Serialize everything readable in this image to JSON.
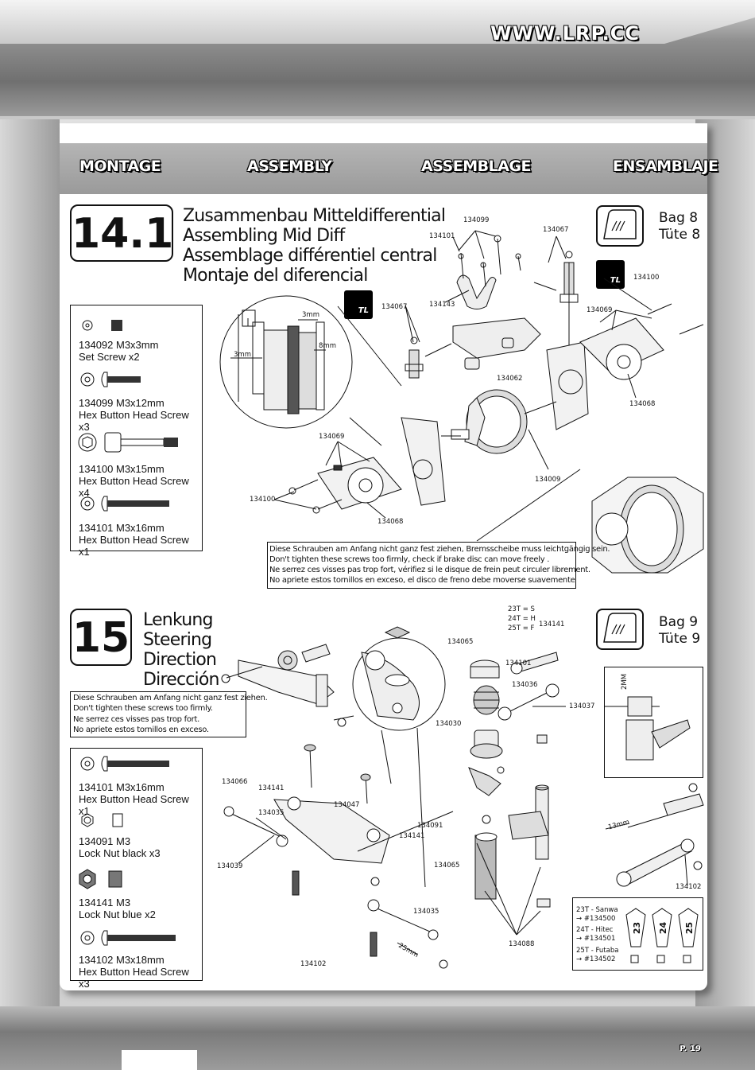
{
  "header": {
    "url": "WWW.LRP.CC",
    "page_number": "P. 19"
  },
  "titles": {
    "montage": "MONTAGE",
    "assembly": "ASSEMBLY",
    "assemblage": "ASSEMBLAGE",
    "ensamblaje": "ENSAMBLAJE"
  },
  "step14": {
    "number": "14.1",
    "title_de": "Zusammenbau Mitteldifferential",
    "title_en": "Assembling Mid Diff",
    "title_fr": "Assemblage différentiel central",
    "title_es": "Montaje del diferencial",
    "bag_de": "Bag 8",
    "bag_en": "Tüte 8",
    "tl_label": "TL",
    "parts": [
      {
        "code": "134092 M3x3mm",
        "desc": "Set Screw x2"
      },
      {
        "code": "134099 M3x12mm",
        "desc": "Hex Button Head Screw x3"
      },
      {
        "code": "134100 M3x15mm",
        "desc": "Hex Button Head Screw x4"
      },
      {
        "code": "134101 M3x16mm",
        "desc": "Hex Button Head Screw x1"
      }
    ],
    "note": [
      "Diese Schrauben am Anfang nicht ganz fest ziehen, Bremsscheibe muss leichtgängig sein.",
      "Don't tighten these screws too firmly, check if brake disc can move freely .",
      "Ne serrez ces visses pas trop fort, vérifiez si le disque de frein peut circuler librement.",
      "No apriete estos tornillos en exceso, el disco de freno debe moverse suavemente"
    ],
    "labels": {
      "l134099": "134099",
      "l134101": "134101",
      "l134067a": "134067",
      "l134067b": "134067",
      "l134143": "134143",
      "l134100a": "134100",
      "l134069a": "134069",
      "l134062": "134062",
      "l134068a": "134068",
      "l134069b": "134069",
      "l134009": "134009",
      "l134100b": "134100",
      "l134068b": "134068",
      "d3mm_a": "3mm",
      "d3mm_b": "3mm",
      "d8mm": "8mm"
    }
  },
  "step15": {
    "number": "15",
    "title_de": "Lenkung",
    "title_en": "Steering",
    "title_fr": "Direction",
    "title_es": "Dirección",
    "bag_de": "Bag 9",
    "bag_en": "Tüte 9",
    "note": [
      "Diese Schrauben am Anfang nicht ganz fest ziehen.",
      "Don't tighten these screws too firmly.",
      "Ne serrez ces visses pas trop fort.",
      "No apriete estos tornillos en exceso."
    ],
    "parts": [
      {
        "code": "134101 M3x16mm",
        "desc": "Hex Button Head Screw x1"
      },
      {
        "code": "134091 M3",
        "desc": "Lock Nut black x3"
      },
      {
        "code": "134141 M3",
        "desc": "Lock Nut blue x2"
      },
      {
        "code": "134102 M3x18mm",
        "desc": "Hex Button Head Screw x3"
      }
    ],
    "servo_table": {
      "t23": "23T = S",
      "t24": "24T = H",
      "t25": "25T = F",
      "sanwa": "23T - Sanwa",
      "sanwa_no": "→  #134500",
      "hitec": "24T - Hitec",
      "hitec_no": "→  #134501",
      "futaba": "25T - Futaba",
      "futaba_no": "→  #134502",
      "n23": "23",
      "n24": "24",
      "n25": "25"
    },
    "labels": {
      "l134065a": "134065",
      "l134101": "134101",
      "l134036": "134036",
      "l134037": "134037",
      "l134141a": "134141",
      "l134030": "134030",
      "l134066": "134066",
      "l134141b": "134141",
      "l134047": "134047",
      "l134035a": "134035",
      "l134141c": "134141",
      "l134091": "134091",
      "l134039": "134039",
      "l134065b": "134065",
      "l134035b": "134035",
      "l134088": "134088",
      "l134102a": "134102",
      "l134102b": "134102",
      "d2mm": "2MM",
      "d13mm": "13mm",
      "d25mm": "25mm"
    }
  }
}
